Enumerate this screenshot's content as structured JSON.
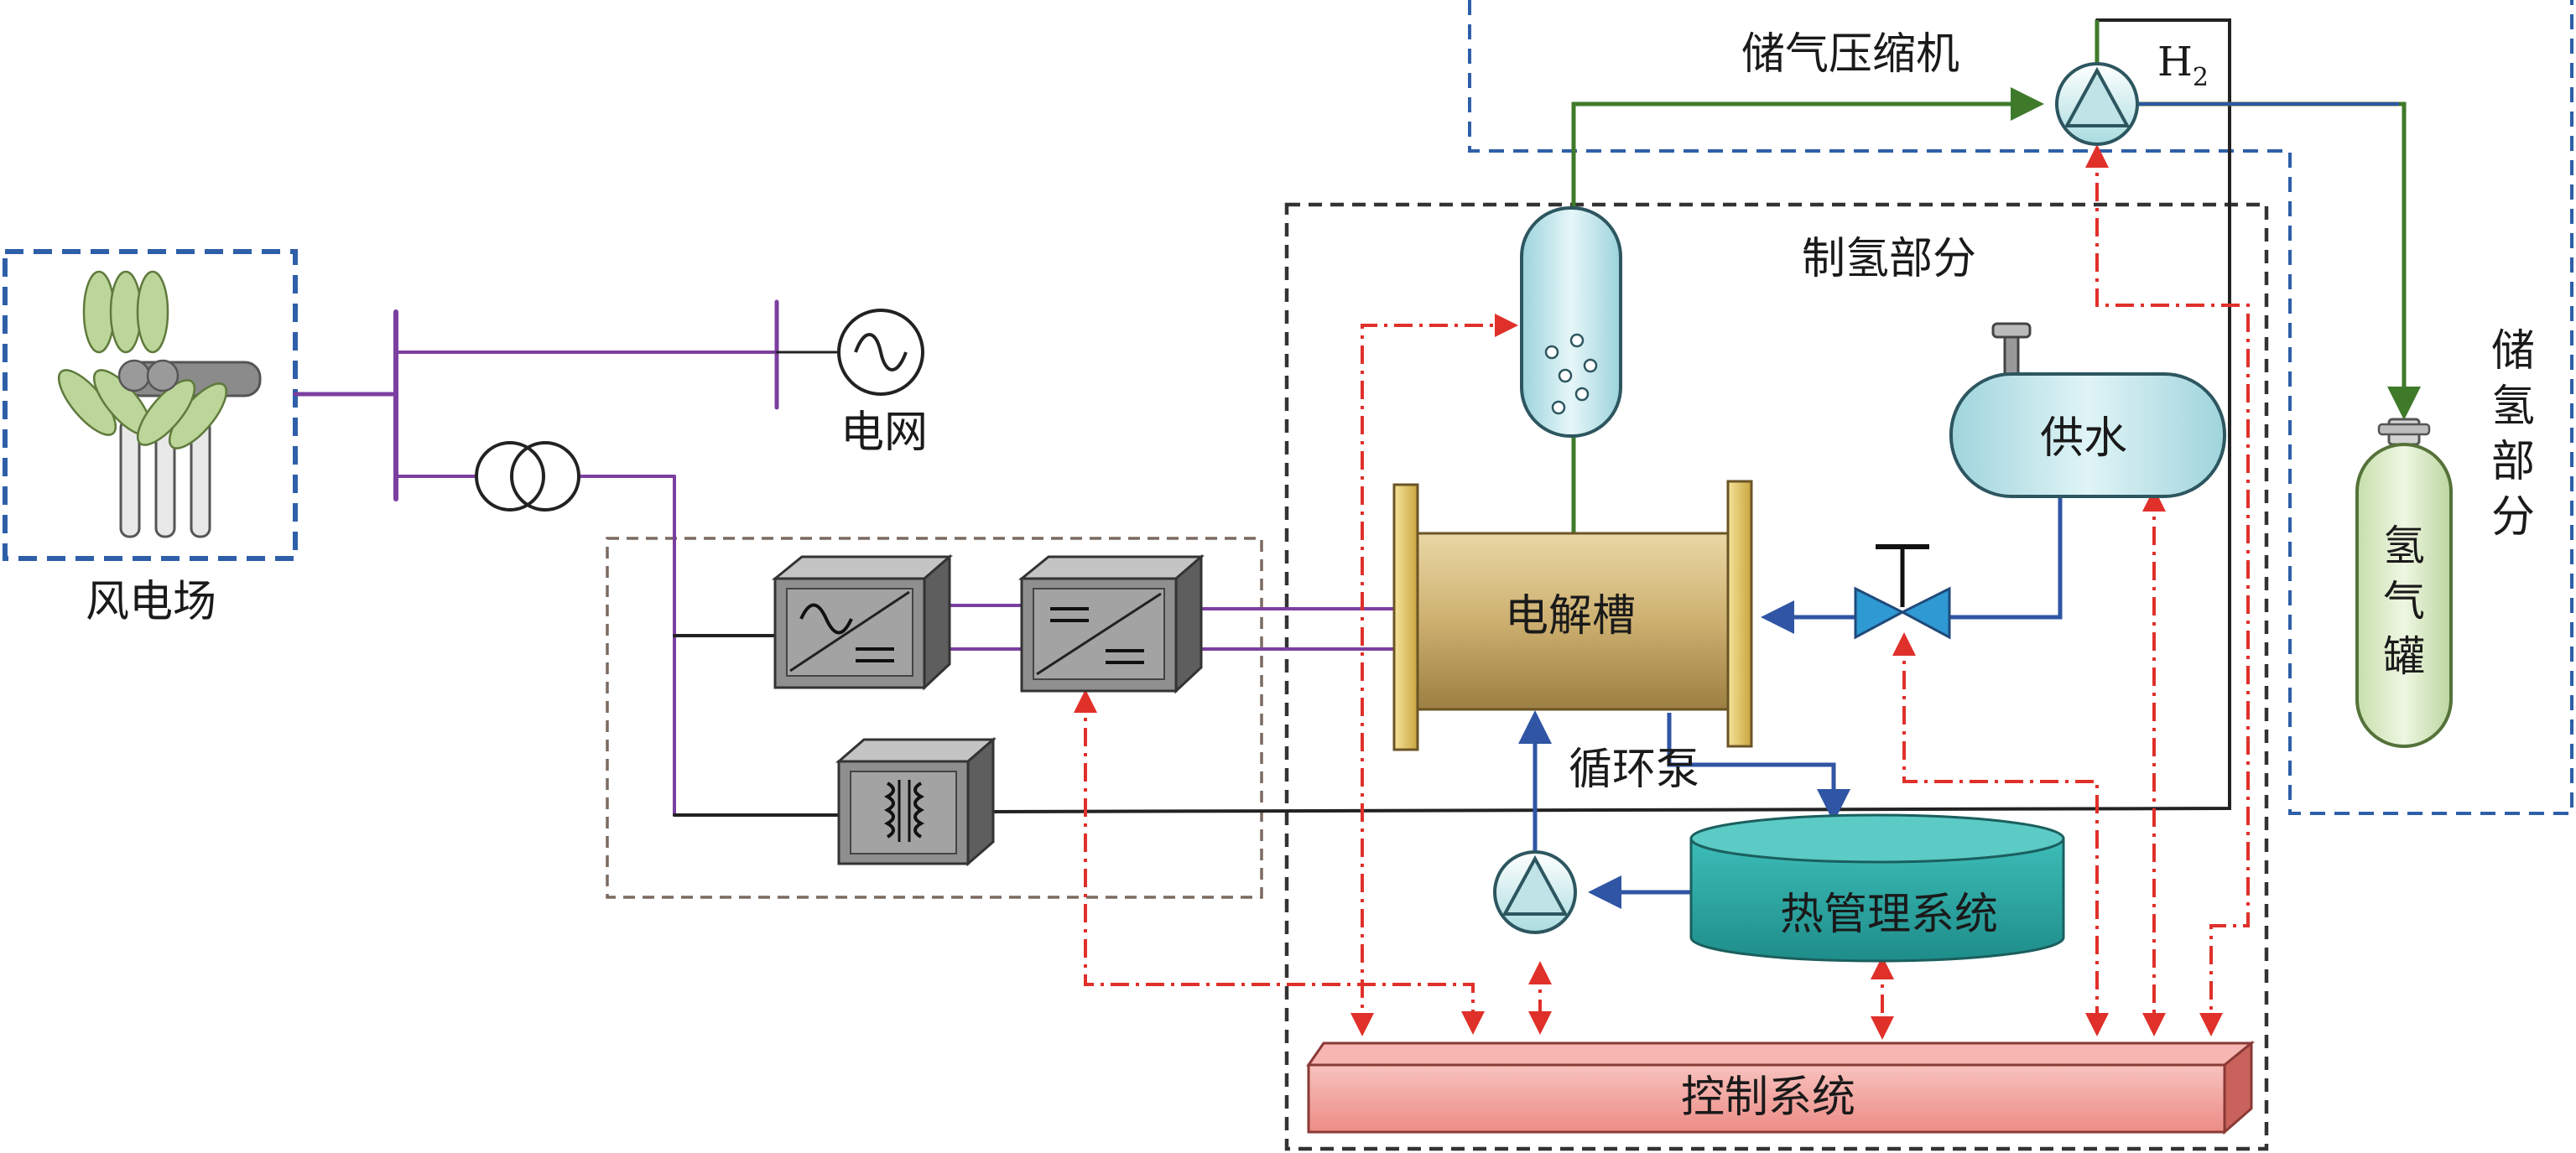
{
  "labels": {
    "wind_farm": "风电场",
    "grid": "电网",
    "compressor": "储气压缩机",
    "h2_symbol": "H",
    "h2_subscript": "2",
    "h2_production": "制氢部分",
    "h2_storage_chars": [
      "储",
      "氢",
      "部",
      "分"
    ],
    "water_supply": "供水",
    "electrolyzer": "电解槽",
    "circulation_pump": "循环泵",
    "thermal_management": "热管理系统",
    "control_system": "控制系统",
    "h2_tank_chars": [
      "氢",
      "气",
      "罐"
    ]
  },
  "colors": {
    "power_line": "#7b3fa0",
    "power_line_dark": "#222222",
    "water_line": "#2f55a4",
    "gas_line": "#3f7a2a",
    "control_line": "#e0302a",
    "dashed_blue": "#2e5fa8",
    "dashed_black": "#333333",
    "dashed_brown": "#7a6a60",
    "electrolyzer_fill": "#c8aa6a",
    "plate_fill": "#e2c66e",
    "tank_fill": "#bfe6ea",
    "thermal_fill": "#2ea7a4",
    "control_fill": "#f2a8a4",
    "converter_fill": "#8c8c8c"
  },
  "icons": {
    "wind_turbines": "wind-turbine-icon",
    "ac_source": "ac-source-icon",
    "transformer": "transformer-icon",
    "ac_dc_converter": "ac-dc-converter-icon",
    "dc_dc_converter": "dc-dc-converter-icon",
    "isolation_transformer": "isolation-transformer-icon",
    "gas_liquid_separator": "separator-icon",
    "compressor_pump": "pump-icon",
    "valve": "valve-icon",
    "hydrogen_tank": "gas-cylinder-icon"
  }
}
